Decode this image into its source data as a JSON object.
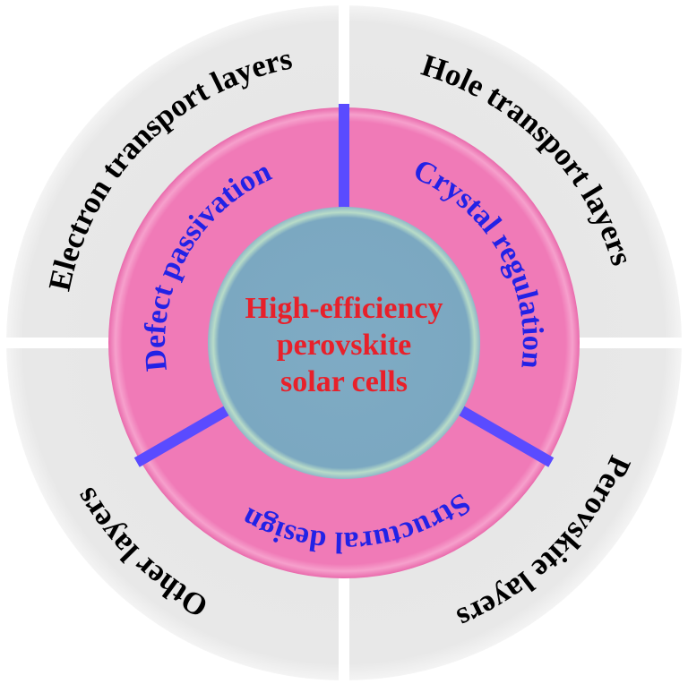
{
  "diagram": {
    "type": "concentric-ring-diagram",
    "center": {
      "lines": [
        "High-efficiency",
        "perovskite",
        "solar cells"
      ],
      "text_color": "#e8202a",
      "fill_color": "#7ea9c2"
    },
    "middle_ring": {
      "fill_color": "#f07ab7",
      "divider_color": "#5a4bff",
      "text_color": "#2222e6",
      "segments": [
        {
          "label": "Defect passivation",
          "mid_angle_deg": 299
        },
        {
          "label": "Crystal regulation",
          "mid_angle_deg": 60
        },
        {
          "label": "Structural design",
          "mid_angle_deg": 176
        }
      ],
      "divider_angles_deg": [
        0,
        120,
        240
      ]
    },
    "outer_ring": {
      "fill_color": "#e6e6e6",
      "text_color": "#000000",
      "segments": [
        {
          "label": "Electron transport layers",
          "mid_angle_deg": 315,
          "quadrant": "top-left"
        },
        {
          "label": "Hole transport layers",
          "mid_angle_deg": 45,
          "quadrant": "top-right"
        },
        {
          "label": "Perovskite layers",
          "mid_angle_deg": 135,
          "quadrant": "bottom-right"
        },
        {
          "label": "Other layers",
          "mid_angle_deg": 224,
          "quadrant": "bottom-left"
        }
      ]
    }
  }
}
